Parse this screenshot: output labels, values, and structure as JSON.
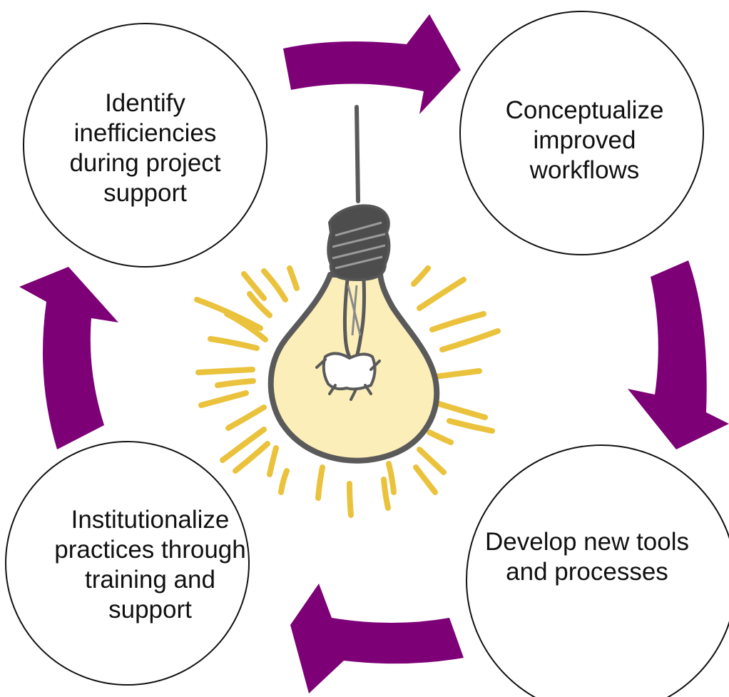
{
  "colors": {
    "arrow": "#7d0077",
    "circle_border": "#111111",
    "text": "#111111",
    "bulb_fill": "#fbeeb8",
    "bulb_outline": "#5a5a5a",
    "rays": "#eac23c"
  },
  "stages": {
    "identify": "Identify\ninefficiencies\nduring project\nsupport",
    "conceptualize": "Conceptualize\nimproved\nworkflows",
    "develop": "Develop new tools\nand processes",
    "institutionalize": "Institutionalize\npractices through\ntraining and\nsupport"
  },
  "icons": {
    "center": "lightbulb-icon",
    "arrows": "curved-arrow-icon"
  }
}
